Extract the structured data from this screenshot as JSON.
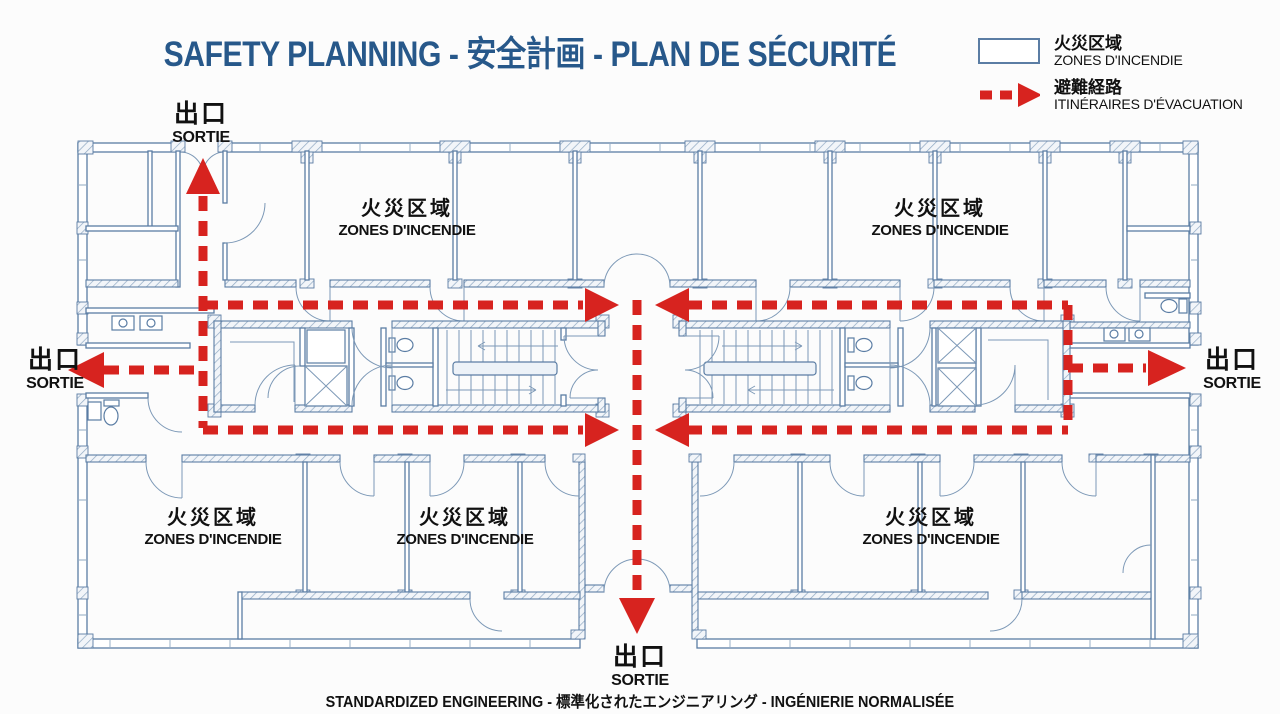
{
  "title": "SAFETY PLANNING - 安全計画 - PLAN DE SÉCURITÉ",
  "legend": {
    "items": [
      {
        "symbol": "fire-zone-swatch",
        "jp": "火災区域",
        "latin": "ZONES D'INCENDIE"
      },
      {
        "symbol": "evacuation-arrow",
        "jp": "避難経路",
        "latin": "ITINÉRAIRES D'ÉVACUATION"
      }
    ]
  },
  "exits": [
    {
      "position": "top",
      "jp": "出口",
      "latin": "SORTIE"
    },
    {
      "position": "left",
      "jp": "出口",
      "latin": "SORTIE"
    },
    {
      "position": "right",
      "jp": "出口",
      "latin": "SORTIE"
    },
    {
      "position": "bottom",
      "jp": "出口",
      "latin": "SORTIE"
    }
  ],
  "fire_zone_labels": [
    {
      "position": "top-left",
      "jp": "火災区域",
      "latin": "ZONES D'INCENDIE"
    },
    {
      "position": "top-right",
      "jp": "火災区域",
      "latin": "ZONES D'INCENDIE"
    },
    {
      "position": "bottom-left",
      "jp": "火災区域",
      "latin": "ZONES D'INCENDIE"
    },
    {
      "position": "bottom-middle",
      "jp": "火災区域",
      "latin": "ZONES D'INCENDIE"
    },
    {
      "position": "bottom-right",
      "jp": "火災区域",
      "latin": "ZONES D'INCENDIE"
    }
  ],
  "footer": "STANDARDIZED ENGINEERING - 標準化されたエンジニアリング - INGÉNIERIE NORMALISÉE",
  "colors": {
    "title_blue": "#27588a",
    "plan_blue": "#5b7da4",
    "evac_red": "#d7231f",
    "text_black": "#111111",
    "bg": "#fcfcfc"
  }
}
